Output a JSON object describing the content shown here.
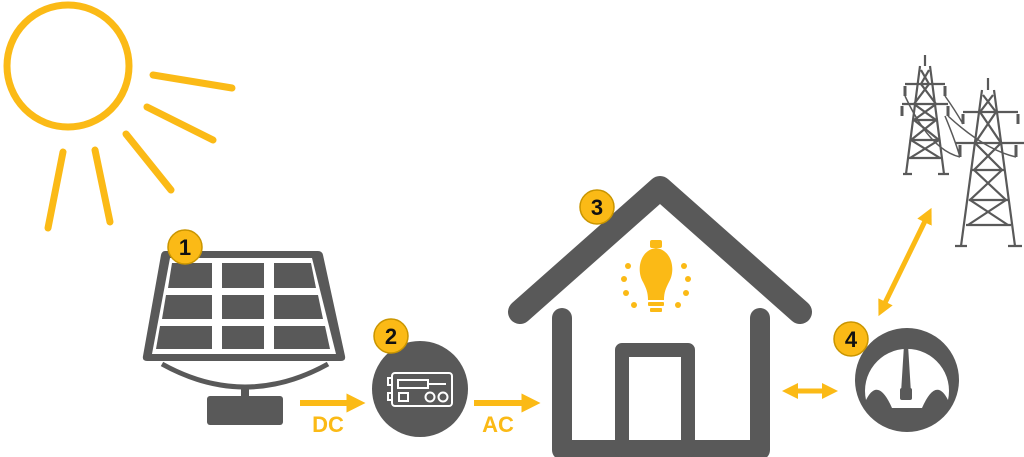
{
  "colors": {
    "accent": "#FBBA16",
    "icon": "#595959",
    "badge_border": "#C99500"
  },
  "icons": [
    "sun-icon",
    "solar-panel-icon",
    "inverter-icon",
    "house-icon",
    "light-bulb-icon",
    "electric-meter-icon",
    "power-tower-icon"
  ],
  "badges": {
    "panel": "1",
    "inverter": "2",
    "house": "3",
    "meter": "4"
  },
  "flows": {
    "dc": "DC",
    "ac": "AC"
  }
}
